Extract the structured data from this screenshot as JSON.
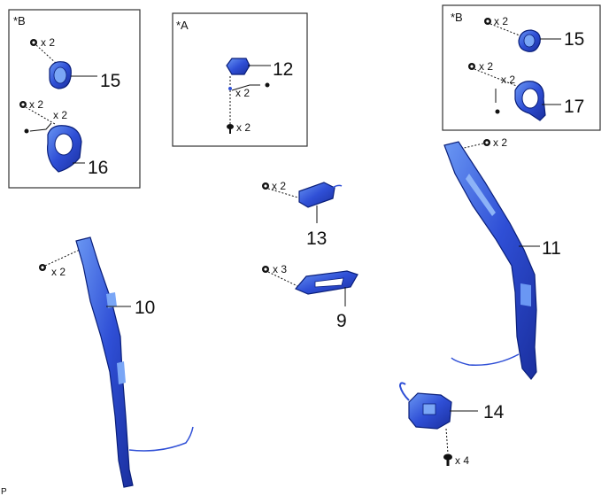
{
  "callouts": {
    "c9": "9",
    "c10": "10",
    "c11": "11",
    "c12": "12",
    "c13": "13",
    "c14": "14",
    "c15a": "15",
    "c15b": "15",
    "c16": "16",
    "c17": "17"
  },
  "quantities": {
    "q_b1_15": "x 2",
    "q_b1_16a": "x 2",
    "q_b1_16b": "x 2",
    "q_a_clip": "x 2",
    "q_a_bolt": "x 2",
    "q_b2_15": "x 2",
    "q_b2_17a": "x 2",
    "q_b2_17b": "x 2",
    "q_13": "x 2",
    "q_9": "x 3",
    "q_10": "x 2",
    "q_11": "x 2",
    "q_14": "x 4"
  },
  "box_labels": {
    "box_b_left": "*B",
    "box_a": "*A",
    "box_b_right": "*B"
  },
  "corner_mark": "P",
  "colors": {
    "part_fill": "#2f4fd6",
    "part_light": "#5b8bf0",
    "part_edge": "#0a1f7a"
  },
  "icons": {
    "screw": "screw-icon",
    "clip": "clip-icon",
    "bolt": "bolt-icon"
  }
}
